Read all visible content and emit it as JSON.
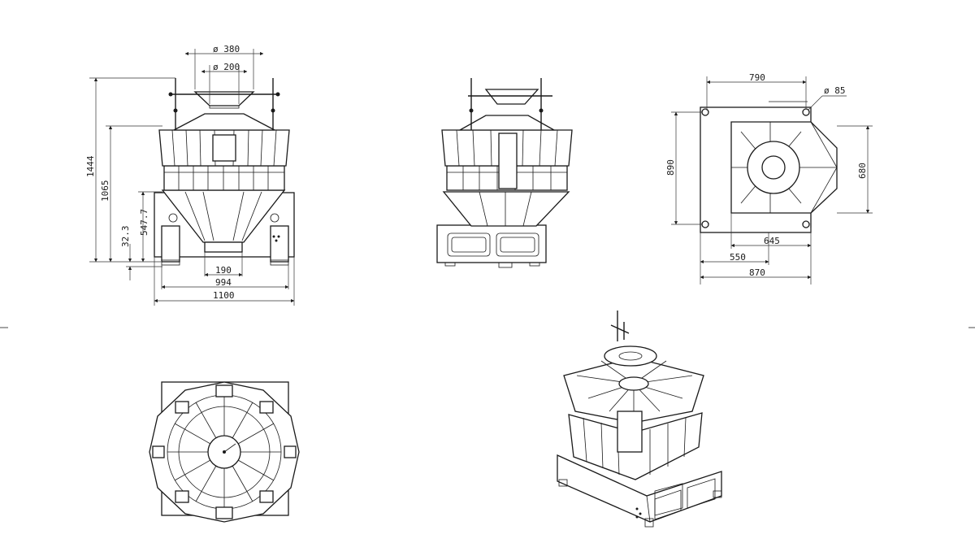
{
  "front_view": {
    "dia_top": "ø 380",
    "dia_inner": "ø 200",
    "height_total": "1444",
    "height_body": "1065",
    "height_base": "547.7",
    "height_foot": "32.3",
    "width_outlet": "190",
    "width_frame": "994",
    "width_overall": "1100"
  },
  "top_view": {
    "width_top": "790",
    "hole_dia": "ø 85",
    "depth_left": "890",
    "depth_right": "680",
    "width_645": "645",
    "width_550": "550",
    "width_870": "870"
  }
}
